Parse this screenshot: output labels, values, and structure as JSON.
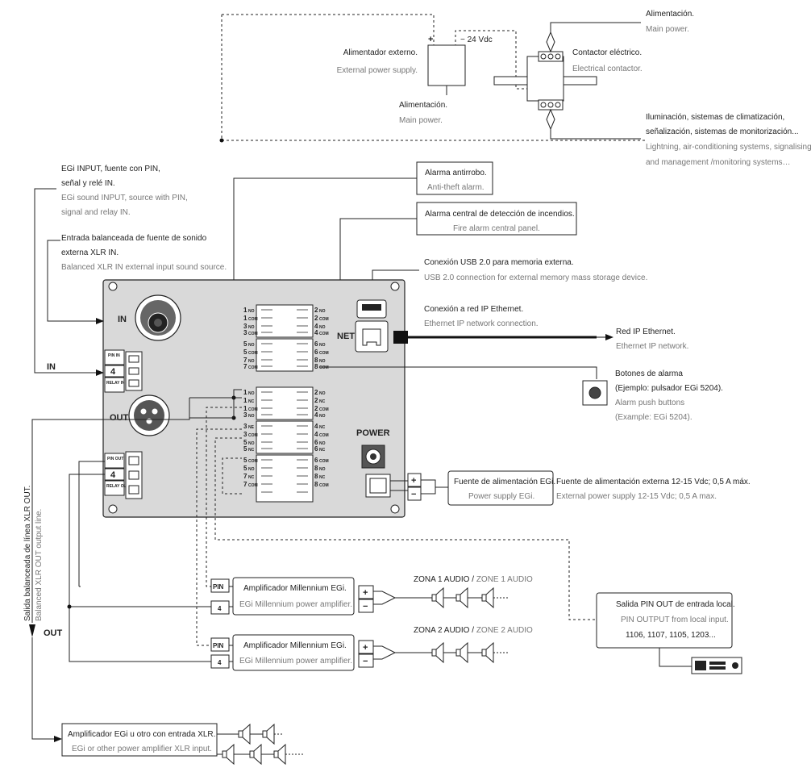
{
  "power_supply": {
    "plus": "+",
    "minus": "− 24 Vdc",
    "title": "Alimentador externo.",
    "subtitle": "External power supply.",
    "main_title": "Alimentación.",
    "main_subtitle": "Main power."
  },
  "contactor": {
    "title": "Contactor eléctrico.",
    "subtitle": "Electrical contactor.",
    "mains_title": "Alimentación.",
    "mains_subtitle": "Main power.",
    "loads_line1": "Iluminación, sistemas de climatización,",
    "loads_line2": "señalización, sistemas de monitorización...",
    "loads_en1": "Lightning, air-conditioning systems, signalising",
    "loads_en2": "and management /monitoring systems…"
  },
  "egi_input": {
    "line1": "EGi INPUT, fuente con PIN,",
    "line2": "señal y relé IN.",
    "en1": "EGi sound INPUT, source with PIN,",
    "en2": "signal and relay IN."
  },
  "xlr_in": {
    "line1": "Entrada balanceada de fuente de sonido",
    "line2": "externa XLR IN.",
    "en1": "Balanced XLR IN external input sound source."
  },
  "anti_theft": {
    "title": "Alarma antirrobo.",
    "subtitle": "Anti-theft alarm."
  },
  "fire_alarm": {
    "title": "Alarma central de detección de incendios.",
    "subtitle": "Fire alarm central panel."
  },
  "usb": {
    "title": "Conexión USB 2.0 para memoria externa.",
    "subtitle": "USB 2.0 connection for external memory mass storage device."
  },
  "ethernet": {
    "title": "Conexión a red IP Ethernet.",
    "subtitle": "Ethernet IP network connection."
  },
  "ip_network": {
    "title": "Red IP Ethernet.",
    "subtitle": "Ethernet IP network."
  },
  "alarm_buttons": {
    "line1": "Botones de alarma",
    "line2": "(Ejemplo: pulsador EGi 5204).",
    "en1": "Alarm push buttons",
    "en2": "(Example: EGi 5204)."
  },
  "egi_psu": {
    "title": "Fuente de alimentación EGi.",
    "subtitle": "Power supply EGi.",
    "ext_title": "Fuente de alimentación externa 12-15 Vdc; 0,5 A máx.",
    "ext_subtitle": "External power supply 12-15 Vdc; 0,5 A max.",
    "plus": "+",
    "minus": "−"
  },
  "panel": {
    "in_label": "IN",
    "out_label": "OUT",
    "net_label": "NET",
    "power_label": "POWER",
    "pin_in": "PIN IN",
    "pin_in_num": "4",
    "relay_in": "RELAY IN",
    "pin_out": "PIN OUT",
    "pin_out_num": "4",
    "relay_out": "RELAY OUT",
    "left_in": "IN"
  },
  "relays_left": [
    "1",
    "1",
    "3",
    "3",
    "5",
    "5",
    "7",
    "7",
    "1",
    "1",
    "1",
    "3",
    "3",
    "3",
    "5",
    "5",
    "5",
    "5",
    "7",
    "7"
  ],
  "relays_left_sub": [
    "NO",
    "COM",
    "NO",
    "COM",
    "NO",
    "COM",
    "NO",
    "COM",
    "NO",
    "NC",
    "COM",
    "NO",
    "NE",
    "COM",
    "NO",
    "NC",
    "COM",
    "NO",
    "NC",
    "COM"
  ],
  "relays_right": [
    "2",
    "2",
    "4",
    "4",
    "6",
    "6",
    "8",
    "8",
    "2",
    "2",
    "2",
    "4",
    "4",
    "4",
    "6",
    "6",
    "6",
    "8",
    "8",
    "8"
  ],
  "relays_right_sub": [
    "NO",
    "COM",
    "NO",
    "COM",
    "NO",
    "COM",
    "NO",
    "COM",
    "NO",
    "NC",
    "COM",
    "NO",
    "NC",
    "COM",
    "NO",
    "NC",
    "COM",
    "NO",
    "NC",
    "COM"
  ],
  "zone1": {
    "pin": "PIN",
    "num": "4",
    "amp_title": "Amplificador Millennium EGi.",
    "amp_subtitle": "EGi Millennium power amplifier.",
    "zone_label": "ZONA 1 AUDIO / ",
    "zone_label_en": "ZONE 1 AUDIO",
    "plus": "+",
    "minus": "−"
  },
  "zone2": {
    "pin": "PIN",
    "num": "4",
    "amp_title": "Amplificador Millennium EGi.",
    "amp_subtitle": "EGi Millennium power amplifier.",
    "zone_label": "ZONA 2 AUDIO / ",
    "zone_label_en": "ZONE 2 AUDIO",
    "plus": "+",
    "minus": "−"
  },
  "pin_out_local": {
    "title": "Salida PIN OUT de entrada local.",
    "subtitle": "PIN OUTPUT from local input.",
    "models": "1106, 1107, 1105, 1203..."
  },
  "xlr_out": {
    "vertical_es": "Salida balanceada de línea XLR OUT.",
    "vertical_en": "Balanced XLR OUT output line.",
    "out_label": "OUT"
  },
  "xlr_amp": {
    "title": "Amplificador EGi u otro con entrada XLR.",
    "subtitle": "EGi or other power amplifier XLR input."
  }
}
